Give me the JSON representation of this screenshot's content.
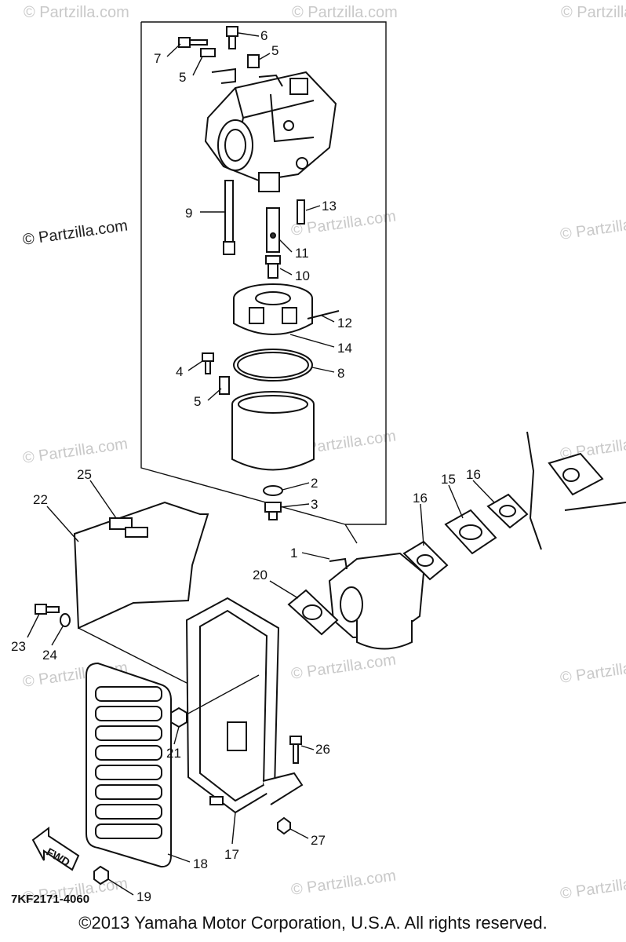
{
  "diagram": {
    "drawing_code": "7KF2171-4060",
    "fwd_label": "FWD",
    "copyright": "©2013  Yamaha Motor Corporation, U.S.A. All rights reserved.",
    "watermark_text": "© Partzilla.com",
    "callouts": {
      "c1": "1",
      "c2": "2",
      "c3": "3",
      "c4": "4",
      "c5a": "5",
      "c5b": "5",
      "c5c": "5",
      "c6": "6",
      "c7": "7",
      "c8": "8",
      "c9": "9",
      "c10": "10",
      "c11": "11",
      "c12": "12",
      "c13": "13",
      "c14": "14",
      "c15": "15",
      "c16a": "16",
      "c16b": "16",
      "c17": "17",
      "c18": "18",
      "c19": "19",
      "c20": "20",
      "c21": "21",
      "c22": "22",
      "c23": "23",
      "c24": "24",
      "c25": "25",
      "c26": "26",
      "c27": "27"
    }
  }
}
